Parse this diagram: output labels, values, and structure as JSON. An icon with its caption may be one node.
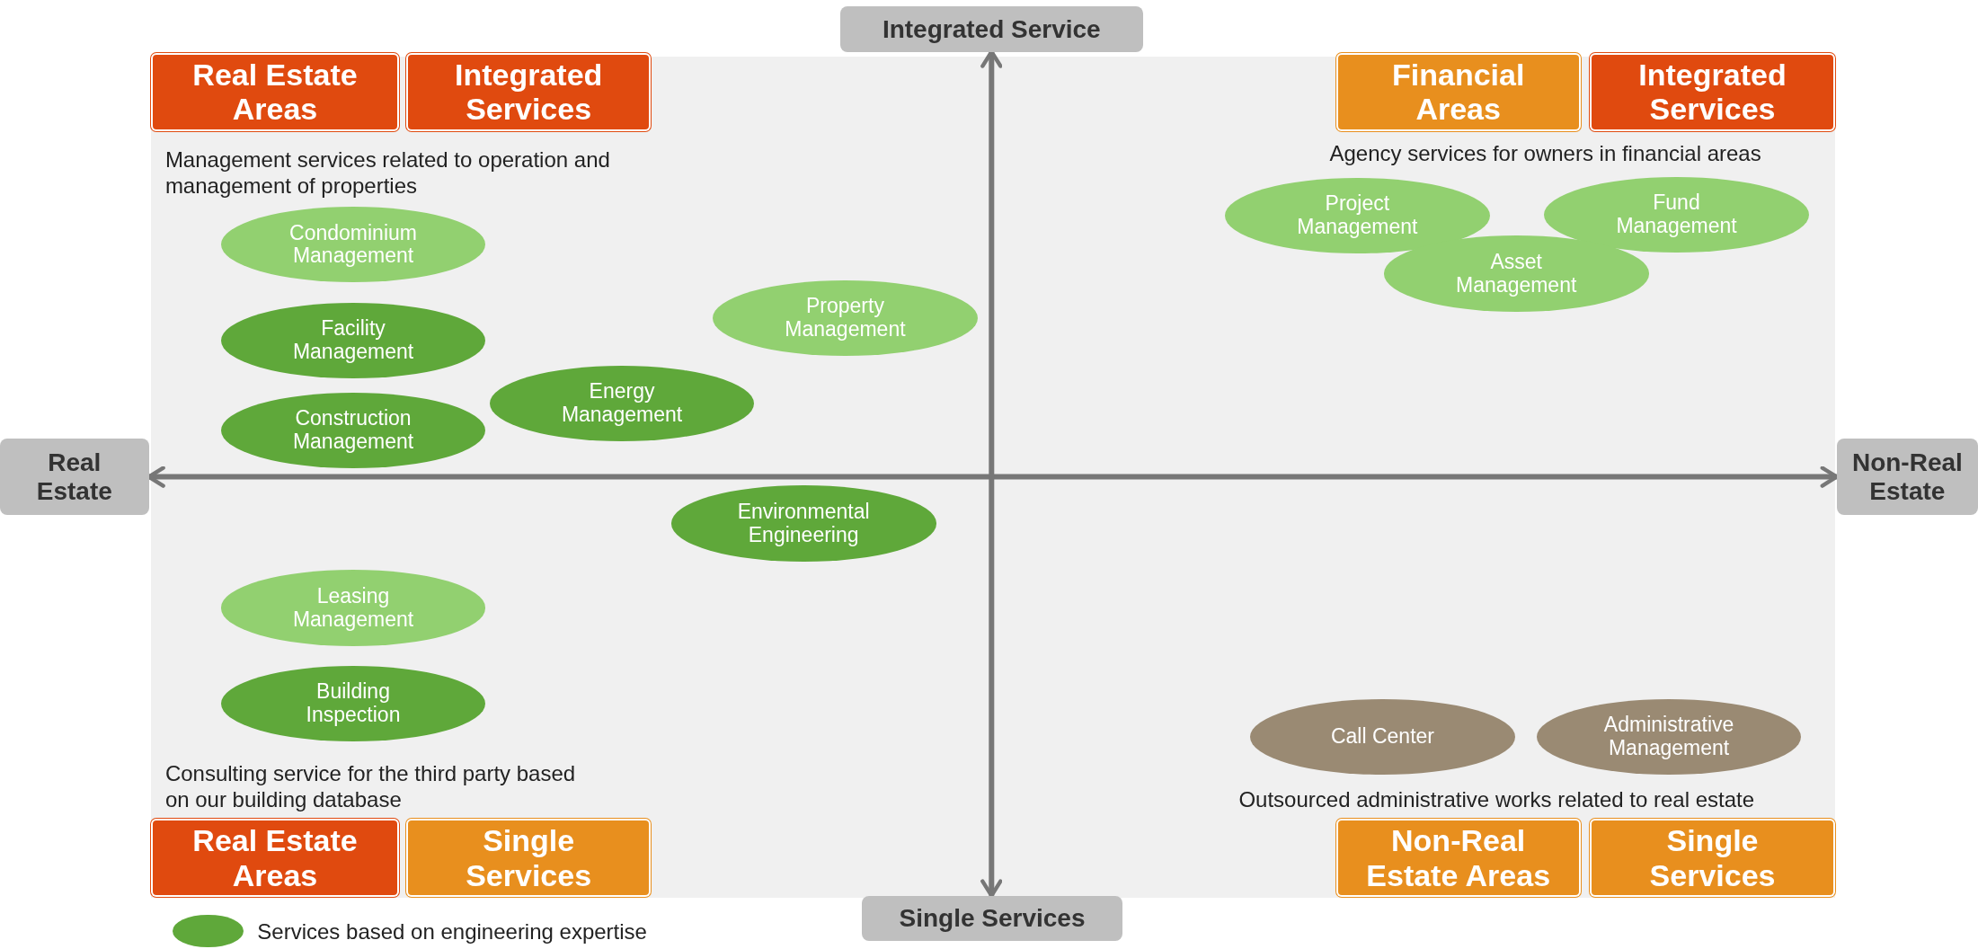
{
  "diagram": {
    "nodes": [
      {
        "text": [
          "Integrated Service"
        ]
      },
      {
        "text": [
          "Real Estate"
        ]
      },
      {
        "text": [
          "Non-Real Estate"
        ]
      },
      {
        "text": [
          "Single Services"
        ]
      },
      {
        "text": [
          "Real Estate Areas"
        ]
      },
      {
        "text": [
          "Integrated Services"
        ]
      },
      {
        "text": [
          "Financial Areas"
        ]
      },
      {
        "text": [
          "Integrated Services"
        ]
      },
      {
        "text": [
          "Real Estate Areas"
        ]
      },
      {
        "text": [
          "Single Services"
        ]
      },
      {
        "text": [
          "Non-Real Estate Areas"
        ]
      },
      {
        "text": [
          "Single Services"
        ]
      },
      {
        "text": [
          "Condominium Management"
        ]
      },
      {
        "text": [
          "Facility Management"
        ]
      },
      {
        "text": [
          "Energy Management"
        ]
      },
      {
        "text": [
          "Construction Management"
        ]
      },
      {
        "text": [
          "Environmental Engineering"
        ]
      },
      {
        "text": [
          "Leasing Management"
        ]
      },
      {
        "text": [
          "Building Inspection"
        ]
      },
      {
        "text": [
          "Property Management"
        ]
      },
      {
        "text": [
          "Project Management"
        ]
      },
      {
        "text": [
          "Fund Management"
        ]
      },
      {
        "text": [
          "Asset Management"
        ]
      },
      {
        "text": [
          "Call Center"
        ]
      },
      {
        "text": [
          "Administrative Management"
        ]
      }
    ],
    "edges": [
      {
        "from": 1,
        "to": 2,
        "arrow": "both"
      },
      {
        "from": 0,
        "to": 3,
        "arrow": "both"
      }
    ],
    "labels": [
      "Management services related to operation and management of properties",
      "Agency services for owners in financial areas",
      "Consulting service for the third party based on our building database",
      "Outsourced administrative works related to real estate"
    ],
    "legend": [
      {
        "text": "Services based on engineering expertise",
        "color": "#5fa83a"
      }
    ]
  }
}
